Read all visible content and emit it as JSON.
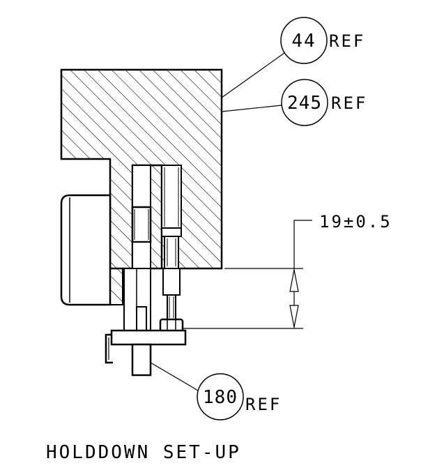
{
  "balloons": [
    {
      "id": "44",
      "number": "44",
      "suffix": "REF"
    },
    {
      "id": "245",
      "number": "245",
      "suffix": "REF"
    },
    {
      "id": "180",
      "number": "180",
      "suffix": "REF"
    }
  ],
  "dimension": {
    "text": "19±0.5",
    "value": 19,
    "tolerance": 0.5
  },
  "caption": "HOLDDOWN SET-UP"
}
